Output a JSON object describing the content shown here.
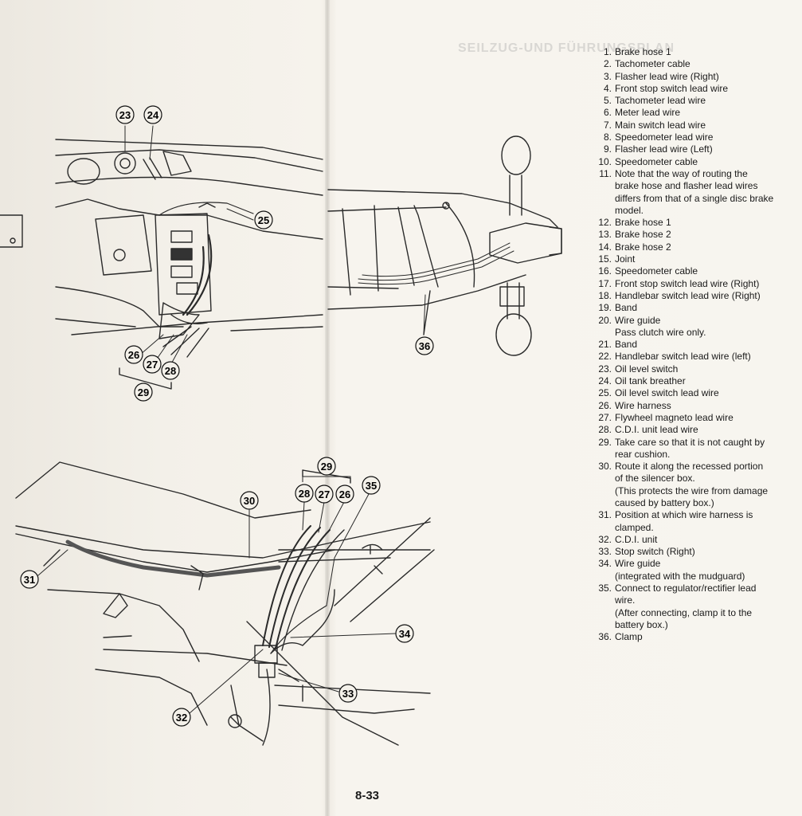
{
  "ghost_title": "SEILZUG-UND FÜHRUNGSPLAN",
  "legend": [
    {
      "num": "1.",
      "text": "Brake hose 1"
    },
    {
      "num": "2.",
      "text": "Tachometer cable"
    },
    {
      "num": "3.",
      "text": "Flasher lead wire (Right)"
    },
    {
      "num": "4.",
      "text": "Front stop switch lead wire"
    },
    {
      "num": "5.",
      "text": "Tachometer lead wire"
    },
    {
      "num": "6.",
      "text": "Meter lead wire"
    },
    {
      "num": "7.",
      "text": "Main switch lead wire"
    },
    {
      "num": "8.",
      "text": "Speedometer lead wire"
    },
    {
      "num": "9.",
      "text": "Flasher lead wire (Left)"
    },
    {
      "num": "10.",
      "text": "Speedometer cable"
    },
    {
      "num": "11.",
      "text": "Note that the way of routing the\nbrake hose and flasher lead wires\ndiffers from that of a single disc brake\nmodel."
    },
    {
      "num": "12.",
      "text": "Brake hose 1"
    },
    {
      "num": "13.",
      "text": "Brake hose 2"
    },
    {
      "num": "14.",
      "text": "Brake hose 2"
    },
    {
      "num": "15.",
      "text": "Joint"
    },
    {
      "num": "16.",
      "text": "Speedometer cable"
    },
    {
      "num": "17.",
      "text": "Front stop switch lead wire (Right)"
    },
    {
      "num": "18.",
      "text": "Handlebar switch lead wire (Right)"
    },
    {
      "num": "19.",
      "text": "Band"
    },
    {
      "num": "20.",
      "text": "Wire guide\nPass clutch wire only."
    },
    {
      "num": "21.",
      "text": "Band"
    },
    {
      "num": "22.",
      "text": "Handlebar switch lead wire (left)"
    },
    {
      "num": "23.",
      "text": "Oil level switch"
    },
    {
      "num": "24.",
      "text": "Oil tank breather"
    },
    {
      "num": "25.",
      "text": "Oil level switch lead wire"
    },
    {
      "num": "26.",
      "text": "Wire harness"
    },
    {
      "num": "27.",
      "text": "Flywheel magneto lead wire"
    },
    {
      "num": "28.",
      "text": "C.D.I. unit lead wire"
    },
    {
      "num": "29.",
      "text": "Take care so that it is not caught by\nrear cushion."
    },
    {
      "num": "30.",
      "text": "Route it along the recessed portion\nof the silencer box.\n(This protects the wire from damage\ncaused by battery box.)"
    },
    {
      "num": "31.",
      "text": "Position at which wire harness is\nclamped."
    },
    {
      "num": "32.",
      "text": "C.D.I. unit"
    },
    {
      "num": "33.",
      "text": "Stop switch (Right)"
    },
    {
      "num": "34.",
      "text": "Wire guide\n(integrated with the mudguard)"
    },
    {
      "num": "35.",
      "text": "Connect to regulator/rectifier lead\nwire.\n(After connecting, clamp it to the\nbattery box.)"
    },
    {
      "num": "36.",
      "text": "Clamp"
    }
  ],
  "callouts": [
    "23",
    "24",
    "25",
    "26",
    "27",
    "28",
    "29",
    "36",
    "29",
    "30",
    "28",
    "27",
    "26",
    "35",
    "31",
    "34",
    "33",
    "32"
  ],
  "page_number": "8-33"
}
